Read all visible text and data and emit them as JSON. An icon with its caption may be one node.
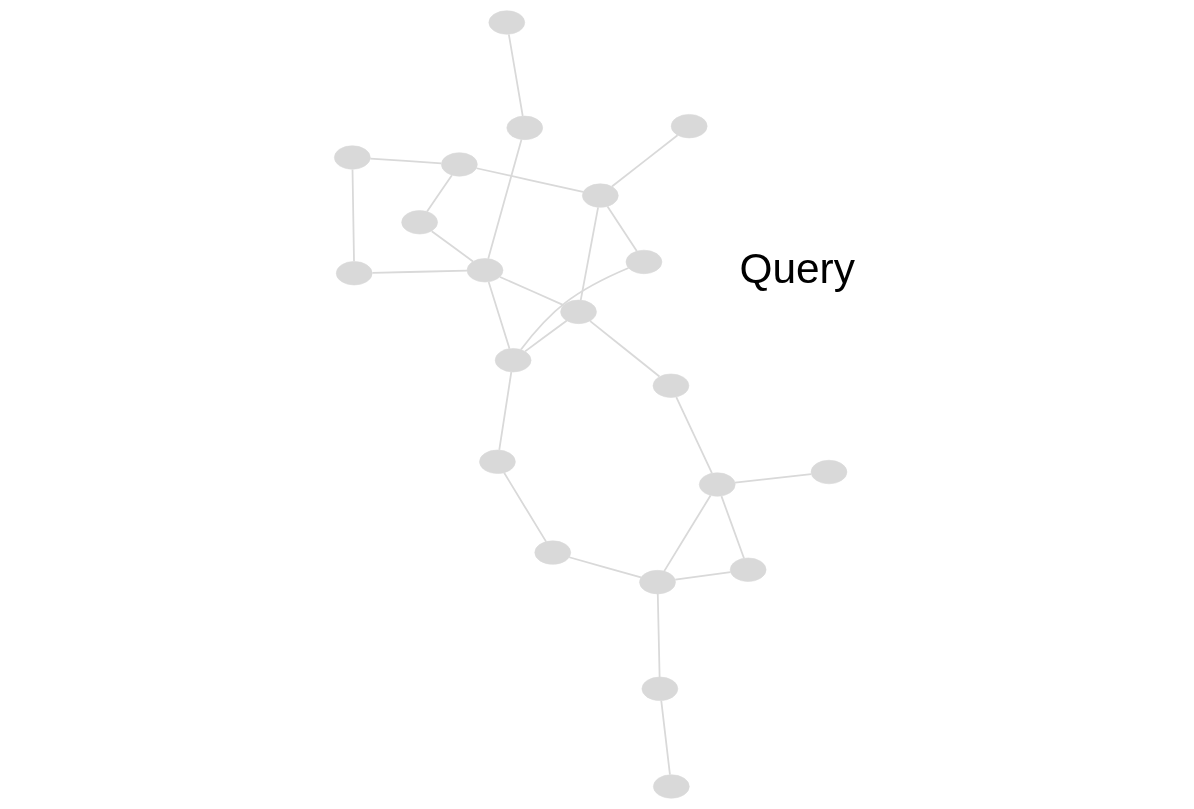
{
  "diagram": {
    "nodes": [
      {
        "text": [],
        "shape": "ellipse"
      },
      {
        "text": [],
        "shape": "ellipse"
      },
      {
        "text": [],
        "shape": "ellipse"
      },
      {
        "text": [],
        "shape": "ellipse"
      },
      {
        "text": [],
        "shape": "ellipse"
      },
      {
        "text": [],
        "shape": "ellipse"
      },
      {
        "text": [],
        "shape": "ellipse"
      },
      {
        "text": [],
        "shape": "ellipse"
      },
      {
        "text": [],
        "shape": "ellipse"
      },
      {
        "text": [],
        "shape": "ellipse"
      },
      {
        "text": [],
        "shape": "ellipse"
      },
      {
        "text": [],
        "shape": "ellipse"
      },
      {
        "text": [],
        "shape": "ellipse"
      },
      {
        "text": [],
        "shape": "ellipse"
      },
      {
        "text": [],
        "shape": "ellipse"
      },
      {
        "text": [],
        "shape": "ellipse"
      },
      {
        "text": [],
        "shape": "ellipse"
      },
      {
        "text": [],
        "shape": "ellipse"
      },
      {
        "text": [],
        "shape": "ellipse"
      },
      {
        "text": [],
        "shape": "ellipse"
      },
      {
        "text": [],
        "shape": "ellipse"
      }
    ],
    "edges": [
      {
        "from": 2,
        "to": 0,
        "arrow": "none"
      },
      {
        "from": 2,
        "to": 3,
        "arrow": "none"
      },
      {
        "from": 3,
        "to": 1,
        "arrow": "none"
      },
      {
        "from": 1,
        "to": 4,
        "arrow": "none"
      },
      {
        "from": 4,
        "to": 5,
        "arrow": "none"
      },
      {
        "from": 5,
        "to": 6,
        "arrow": "none"
      },
      {
        "from": 3,
        "to": 10,
        "arrow": "none"
      },
      {
        "from": 10,
        "to": 12,
        "arrow": "none"
      },
      {
        "from": 3,
        "to": 12,
        "arrow": "none"
      },
      {
        "from": 12,
        "to": 7,
        "arrow": "none"
      },
      {
        "from": 7,
        "to": 8,
        "arrow": "none"
      },
      {
        "from": 5,
        "to": 8,
        "arrow": "none"
      },
      {
        "from": 8,
        "to": 9,
        "arrow": "none"
      },
      {
        "from": 6,
        "to": 9,
        "arrow": "none"
      },
      {
        "from": 9,
        "to": 11,
        "arrow": "none"
      },
      {
        "from": 9,
        "to": 19,
        "arrow": "none"
      },
      {
        "from": 5,
        "to": 15,
        "arrow": "none"
      },
      {
        "from": 8,
        "to": 15,
        "arrow": "none"
      },
      {
        "from": 13,
        "to": 15,
        "arrow": "none"
      },
      {
        "from": 14,
        "to": 15,
        "arrow": "none"
      },
      {
        "from": 13,
        "to": 17,
        "arrow": "none"
      },
      {
        "from": 14,
        "to": 18,
        "arrow": "none"
      },
      {
        "from": 15,
        "to": 20,
        "arrow": "none"
      },
      {
        "from": 17,
        "to": 19,
        "arrow": "none"
      },
      {
        "from": 19,
        "to": 20,
        "arrow": "none"
      },
      {
        "from": 12,
        "to": 16,
        "arrow": "none"
      }
    ],
    "labels": [
      "Query"
    ]
  }
}
